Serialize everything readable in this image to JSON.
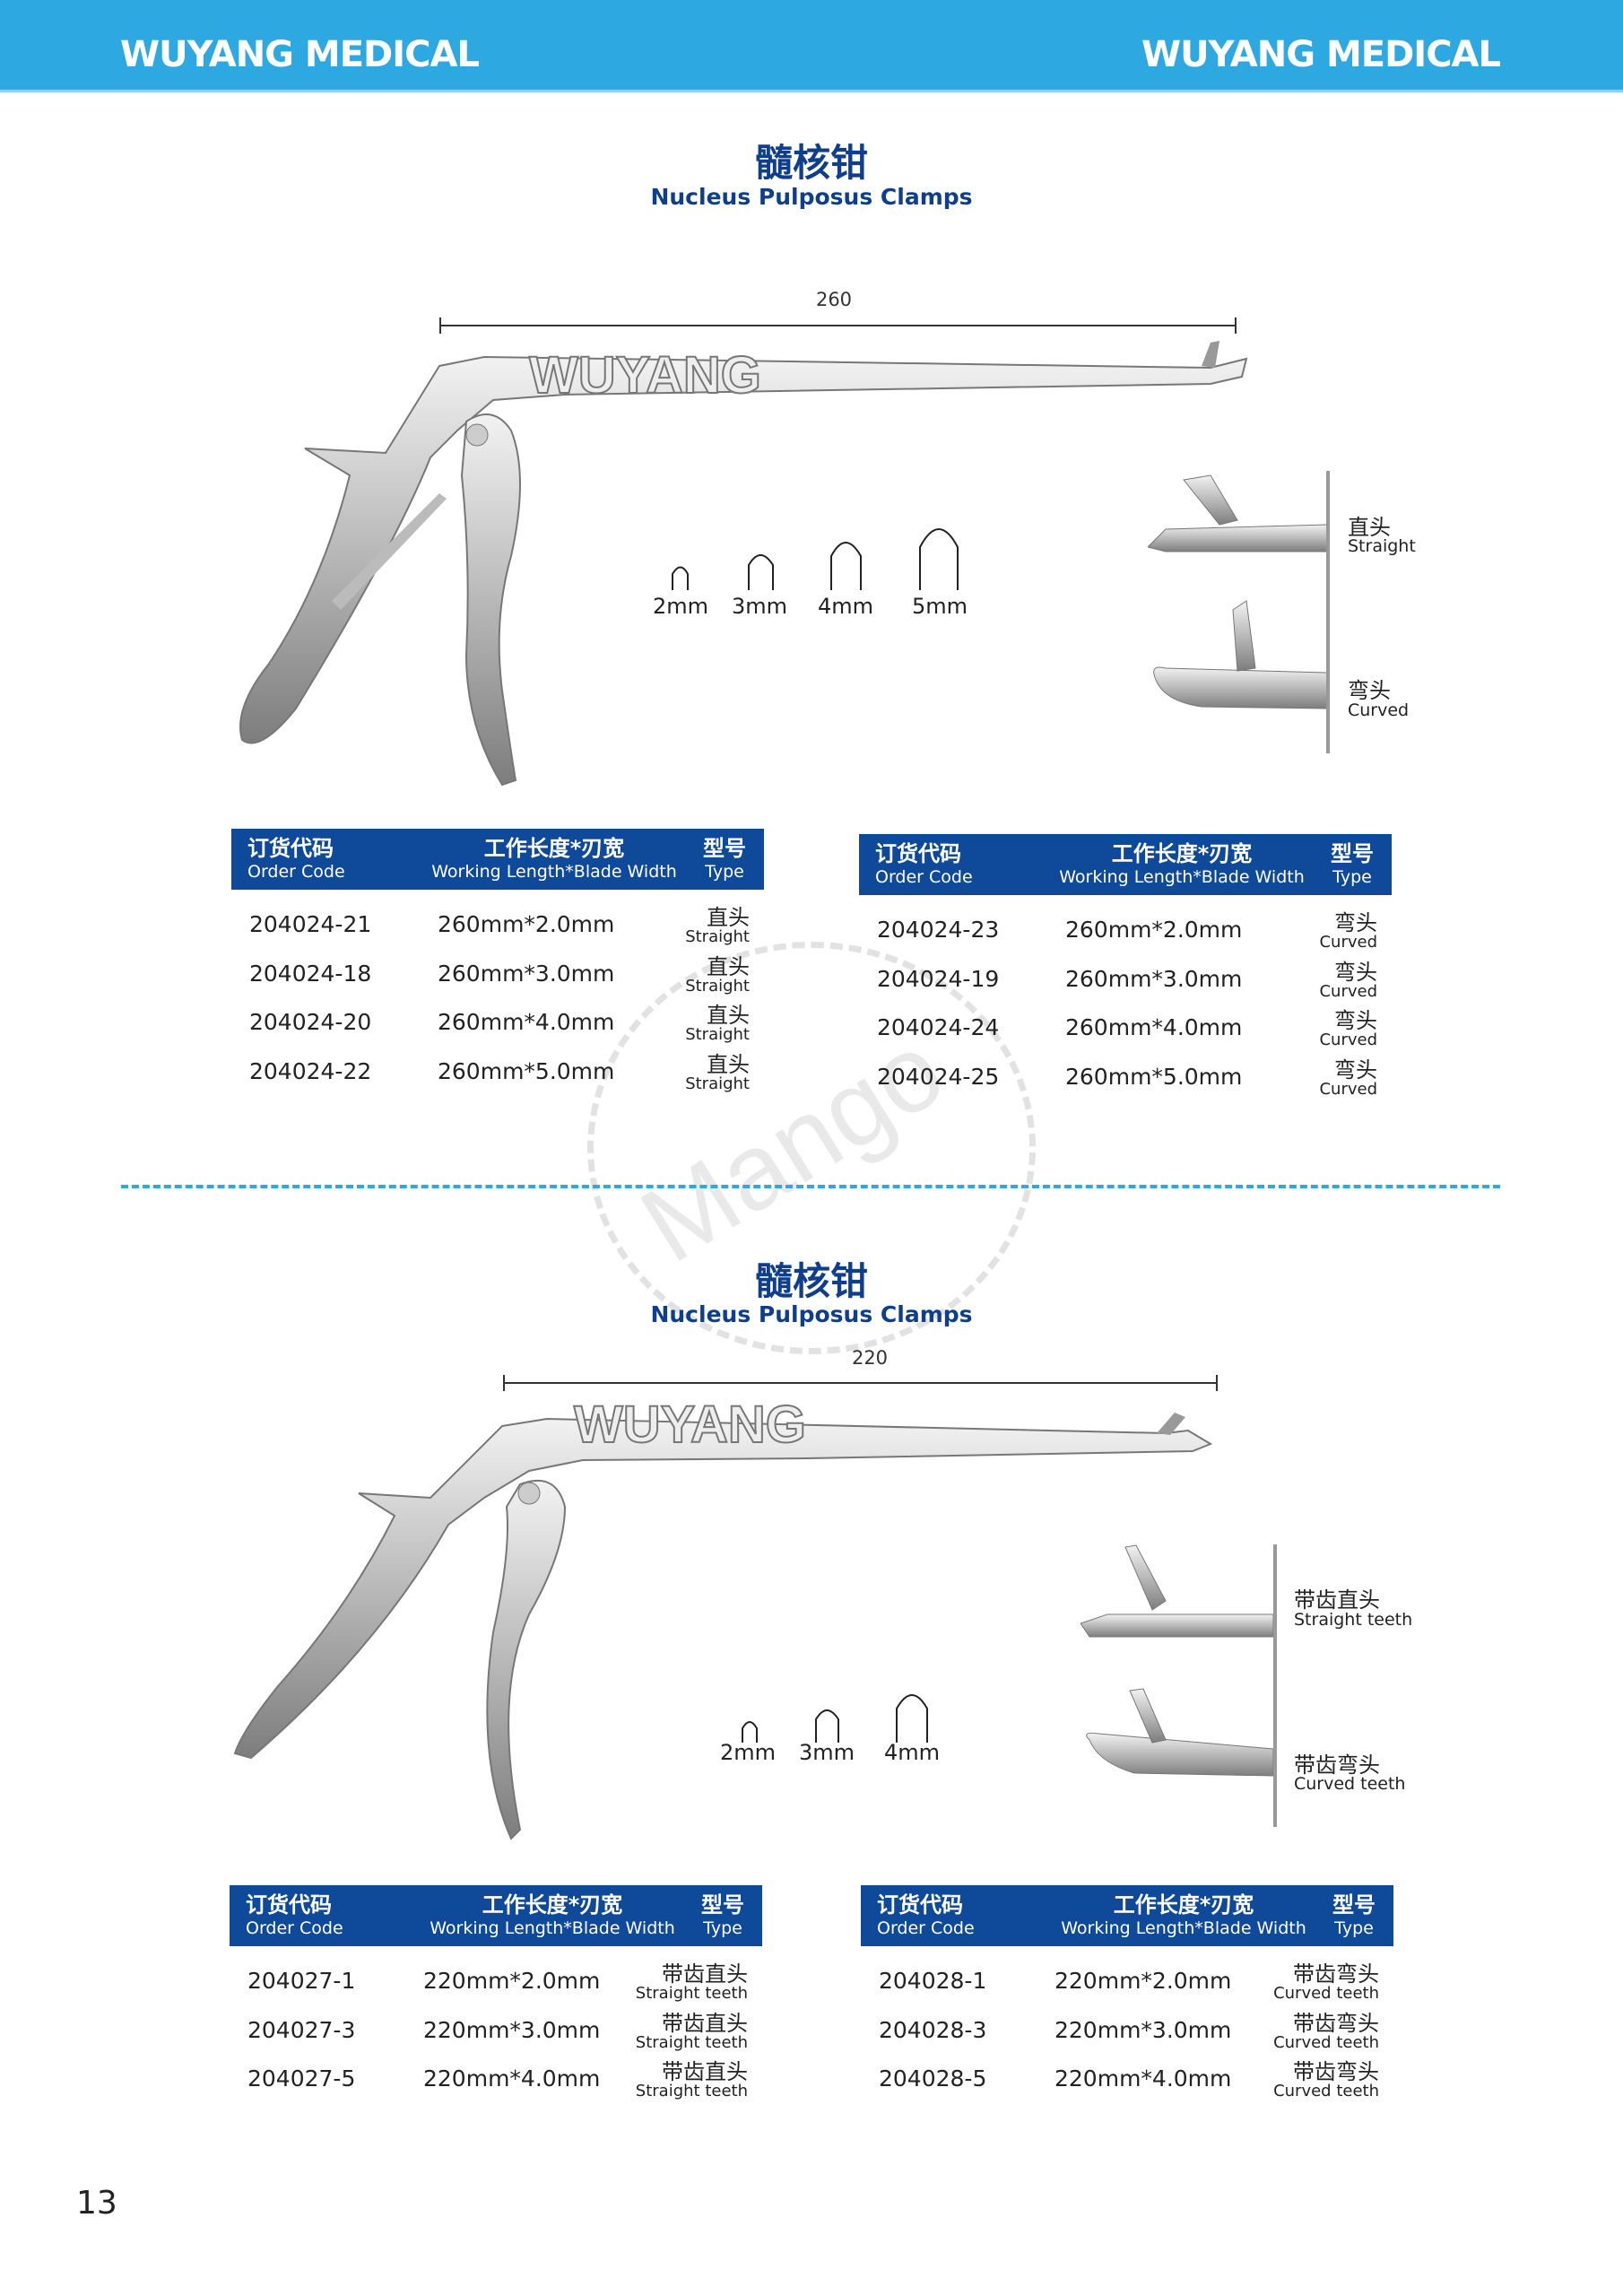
{
  "header": {
    "brand_left": "WUYANG MEDICAL",
    "brand_right": "WUYANG MEDICAL"
  },
  "watermark": "Mango",
  "page_number": "13",
  "sections": [
    {
      "title_cn": "髓核钳",
      "title_en": "Nucleus Pulposus Clamps",
      "dimension": "260",
      "instrument_mark": "WUYANG",
      "tip_sizes": [
        "2mm",
        "3mm",
        "4mm",
        "5mm"
      ],
      "tip_types": [
        {
          "cn": "直头",
          "en": "Straight"
        },
        {
          "cn": "弯头",
          "en": "Curved"
        }
      ],
      "tables": [
        {
          "headers": {
            "code_cn": "订货代码",
            "code_en": "Order Code",
            "len_cn": "工作长度*刃宽",
            "len_en": "Working Length*Blade Width",
            "type_cn": "型号",
            "type_en": "Type"
          },
          "rows": [
            {
              "code": "204024-21",
              "size": "260mm*2.0mm",
              "type_cn": "直头",
              "type_en": "Straight"
            },
            {
              "code": "204024-18",
              "size": "260mm*3.0mm",
              "type_cn": "直头",
              "type_en": "Straight"
            },
            {
              "code": "204024-20",
              "size": "260mm*4.0mm",
              "type_cn": "直头",
              "type_en": "Straight"
            },
            {
              "code": "204024-22",
              "size": "260mm*5.0mm",
              "type_cn": "直头",
              "type_en": "Straight"
            }
          ]
        },
        {
          "headers": {
            "code_cn": "订货代码",
            "code_en": "Order Code",
            "len_cn": "工作长度*刃宽",
            "len_en": "Working Length*Blade Width",
            "type_cn": "型号",
            "type_en": "Type"
          },
          "rows": [
            {
              "code": "204024-23",
              "size": "260mm*2.0mm",
              "type_cn": "弯头",
              "type_en": "Curved"
            },
            {
              "code": "204024-19",
              "size": "260mm*3.0mm",
              "type_cn": "弯头",
              "type_en": "Curved"
            },
            {
              "code": "204024-24",
              "size": "260mm*4.0mm",
              "type_cn": "弯头",
              "type_en": "Curved"
            },
            {
              "code": "204024-25",
              "size": "260mm*5.0mm",
              "type_cn": "弯头",
              "type_en": "Curved"
            }
          ]
        }
      ]
    },
    {
      "title_cn": "髓核钳",
      "title_en": "Nucleus Pulposus Clamps",
      "dimension": "220",
      "instrument_mark": "WUYANG",
      "tip_sizes": [
        "2mm",
        "3mm",
        "4mm"
      ],
      "tip_types": [
        {
          "cn": "带齿直头",
          "en": "Straight teeth"
        },
        {
          "cn": "带齿弯头",
          "en": "Curved teeth"
        }
      ],
      "tables": [
        {
          "headers": {
            "code_cn": "订货代码",
            "code_en": "Order Code",
            "len_cn": "工作长度*刃宽",
            "len_en": "Working Length*Blade Width",
            "type_cn": "型号",
            "type_en": "Type"
          },
          "rows": [
            {
              "code": "204027-1",
              "size": "220mm*2.0mm",
              "type_cn": "带齿直头",
              "type_en": "Straight teeth"
            },
            {
              "code": "204027-3",
              "size": "220mm*3.0mm",
              "type_cn": "带齿直头",
              "type_en": "Straight teeth"
            },
            {
              "code": "204027-5",
              "size": "220mm*4.0mm",
              "type_cn": "带齿直头",
              "type_en": "Straight teeth"
            }
          ]
        },
        {
          "headers": {
            "code_cn": "订货代码",
            "code_en": "Order Code",
            "len_cn": "工作长度*刃宽",
            "len_en": "Working Length*Blade Width",
            "type_cn": "型号",
            "type_en": "Type"
          },
          "rows": [
            {
              "code": "204028-1",
              "size": "220mm*2.0mm",
              "type_cn": "带齿弯头",
              "type_en": "Curved teeth"
            },
            {
              "code": "204028-3",
              "size": "220mm*3.0mm",
              "type_cn": "带齿弯头",
              "type_en": "Curved teeth"
            },
            {
              "code": "204028-5",
              "size": "220mm*4.0mm",
              "type_cn": "带齿弯头",
              "type_en": "Curved teeth"
            }
          ]
        }
      ]
    }
  ]
}
